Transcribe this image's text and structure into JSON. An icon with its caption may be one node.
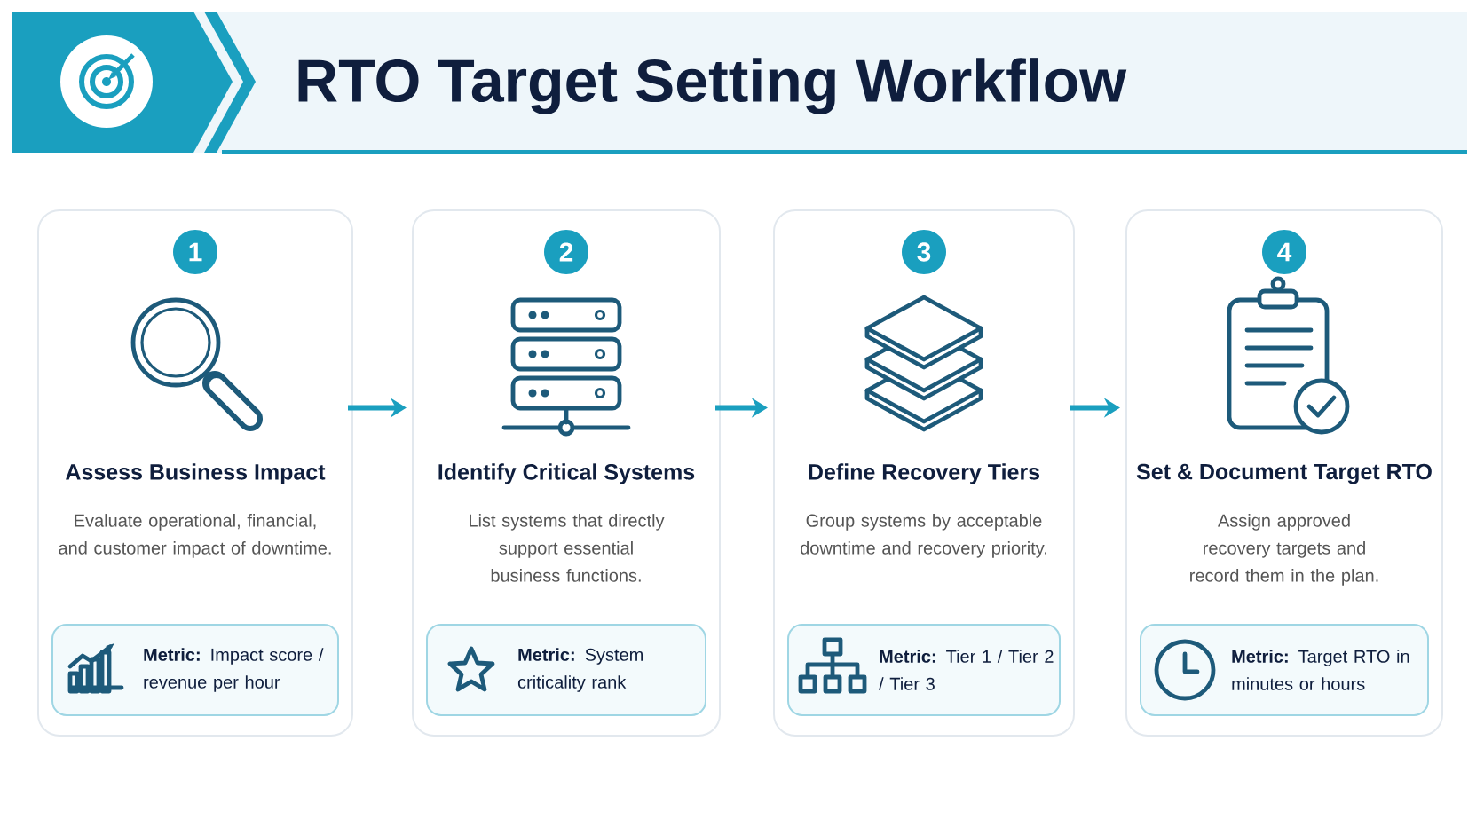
{
  "diagram": {
    "title": "RTO Target Setting Workflow",
    "nodes": [
      {
        "text": [
          "Assess Business Impact",
          "Evaluate operational, financial, and customer impact of downtime."
        ]
      },
      {
        "text": [
          "1"
        ],
        "in": 0
      },
      {
        "text": [
          "**Metric:** Impact score / revenue per hour"
        ],
        "in": 0
      },
      {
        "text": [
          "Identify Critical Systems",
          "List systems that directly support essential business functions."
        ]
      },
      {
        "text": [
          "2"
        ],
        "in": 3
      },
      {
        "text": [
          "**Metric:** System criticality rank"
        ],
        "in": 3
      },
      {
        "text": [
          "Define Recovery Tiers",
          "Group systems by acceptable downtime and recovery priority."
        ]
      },
      {
        "text": [
          "3"
        ],
        "in": 6
      },
      {
        "text": [
          "**Metric:** Tier 1 / Tier 2 / Tier 3"
        ],
        "in": 6
      },
      {
        "text": [
          "Set & Document Target RTO",
          "Assign approved recovery targets and record them in the plan."
        ]
      },
      {
        "text": [
          "4"
        ],
        "in": 9
      },
      {
        "text": [
          "**Metric:** Target RTO in minutes or hours"
        ],
        "in": 9
      }
    ],
    "edges": [
      {
        "from": 0,
        "to": 3,
        "arrow": "to"
      },
      {
        "from": 3,
        "to": 6,
        "arrow": "to"
      },
      {
        "from": 6,
        "to": 9,
        "arrow": "to"
      }
    ]
  }
}
